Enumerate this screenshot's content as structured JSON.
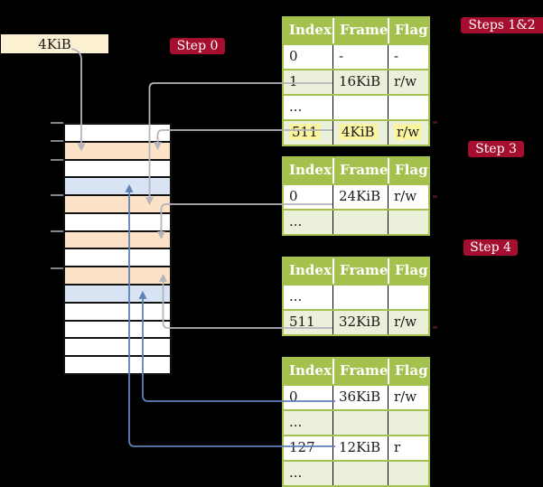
{
  "colors": {
    "background": "#000000",
    "frame_box_bg": "#FBF1D2",
    "badge_bg": "#A50E2F",
    "badge_text": "#FFFFFF",
    "table_green": "#A4C14E",
    "row_tint": "#EBF0DA",
    "highlight": "#FBF4A0",
    "mem_orange": "#FCE3C7",
    "mem_blue": "#D8E4F3",
    "arrow_gray": "#B5B5BD",
    "arrow_blue": "#5E81B6",
    "tick_gray": "#84848E"
  },
  "frame_box": {
    "label": "4KiB"
  },
  "badges": {
    "step0": "Step 0",
    "steps12": "Steps 1&2",
    "step3": "Step 3",
    "step4": "Step 4"
  },
  "memory_stack": {
    "rows": [
      "plain",
      "pagetable",
      "plain",
      "data",
      "pagetable",
      "plain",
      "pagetable",
      "plain",
      "pagetable",
      "data",
      "plain",
      "plain",
      "plain",
      "plain"
    ]
  },
  "tables": [
    {
      "headers": [
        "Index",
        "Frame",
        "Flags"
      ],
      "rows": [
        {
          "cells": [
            "0",
            "-",
            "-"
          ],
          "tinted": false,
          "highlight": false
        },
        {
          "cells": [
            "1",
            "16KiB",
            "r/w"
          ],
          "tinted": true,
          "highlight": false
        },
        {
          "cells": [
            "...",
            "",
            ""
          ],
          "tinted": false,
          "highlight": false
        },
        {
          "cells": [
            "511",
            "4KiB",
            "r/w"
          ],
          "tinted": true,
          "highlight": true
        }
      ]
    },
    {
      "headers": [
        "Index",
        "Frame",
        "Flags"
      ],
      "rows": [
        {
          "cells": [
            "0",
            "24KiB",
            "r/w"
          ],
          "tinted": false,
          "highlight": false
        },
        {
          "cells": [
            "...",
            "",
            ""
          ],
          "tinted": true,
          "highlight": false
        }
      ]
    },
    {
      "headers": [
        "Index",
        "Frame",
        "Flags"
      ],
      "rows": [
        {
          "cells": [
            "...",
            "",
            ""
          ],
          "tinted": false,
          "highlight": false
        },
        {
          "cells": [
            "511",
            "32KiB",
            "r/w"
          ],
          "tinted": true,
          "highlight": false
        }
      ]
    },
    {
      "headers": [
        "Index",
        "Frame",
        "Flags"
      ],
      "rows": [
        {
          "cells": [
            "0",
            "36KiB",
            "r/w"
          ],
          "tinted": false,
          "highlight": false
        },
        {
          "cells": [
            "...",
            "",
            ""
          ],
          "tinted": true,
          "highlight": false
        },
        {
          "cells": [
            "127",
            "12KiB",
            "r"
          ],
          "tinted": false,
          "highlight": false
        },
        {
          "cells": [
            "...",
            "",
            ""
          ],
          "tinted": true,
          "highlight": false
        }
      ]
    }
  ]
}
